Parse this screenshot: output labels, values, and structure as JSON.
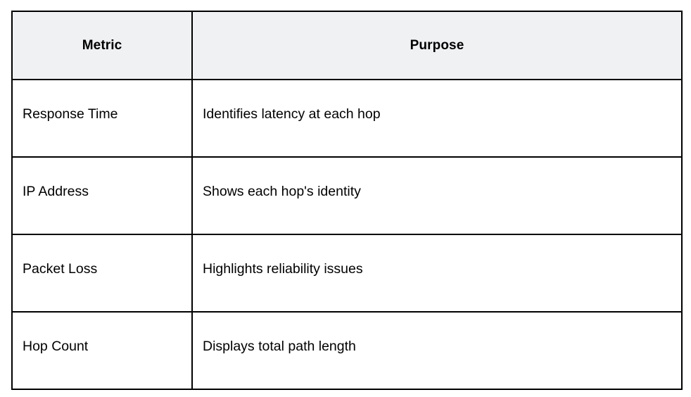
{
  "table": {
    "columns": [
      {
        "key": "metric",
        "label": "Metric",
        "align": "center"
      },
      {
        "key": "purpose",
        "label": "Purpose",
        "align": "center"
      }
    ],
    "header_background": "#eff1f3",
    "border_color": "#000000",
    "rows": [
      {
        "metric": "Response Time",
        "purpose": "Identifies latency at each hop"
      },
      {
        "metric": "IP Address",
        "purpose": "Shows each hop's identity"
      },
      {
        "metric": "Packet Loss",
        "purpose": "Highlights reliability issues"
      },
      {
        "metric": "Hop Count",
        "purpose": "Displays total path length"
      }
    ]
  }
}
